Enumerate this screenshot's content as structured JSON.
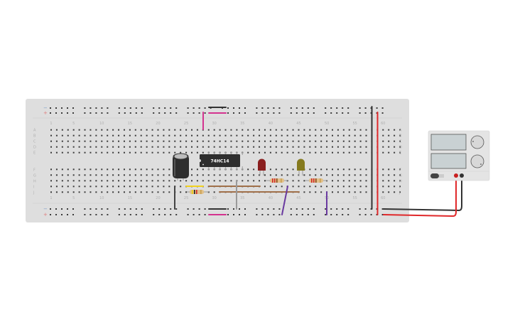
{
  "breadboard": {
    "column_labels": [
      "1",
      "5",
      "10",
      "15",
      "20",
      "25",
      "30",
      "35",
      "40",
      "45",
      "50",
      "55",
      "60"
    ],
    "column_numbers": [
      1,
      5,
      10,
      15,
      20,
      25,
      30,
      35,
      40,
      45,
      50,
      55,
      60
    ],
    "row_labels_top": [
      "A",
      "B",
      "C",
      "D",
      "E"
    ],
    "row_labels_bottom": [
      "F",
      "G",
      "H",
      "I",
      "J"
    ],
    "rail_minus": "−",
    "rail_plus": "+",
    "columns": 63
  },
  "ic": {
    "label": "74HC14"
  },
  "colors": {
    "board": "#dedede",
    "hole": "#3a3a3a",
    "wire_black": "#333333",
    "wire_red": "#e0282a",
    "wire_pink": "#d4338f",
    "wire_brown": "#a0704a",
    "wire_gray": "#9a9a9a",
    "wire_purple": "#6a3aa0",
    "wire_yellow": "#f2d21e",
    "led_red": "#8a1f1f",
    "led_yellow": "#857a1e"
  }
}
